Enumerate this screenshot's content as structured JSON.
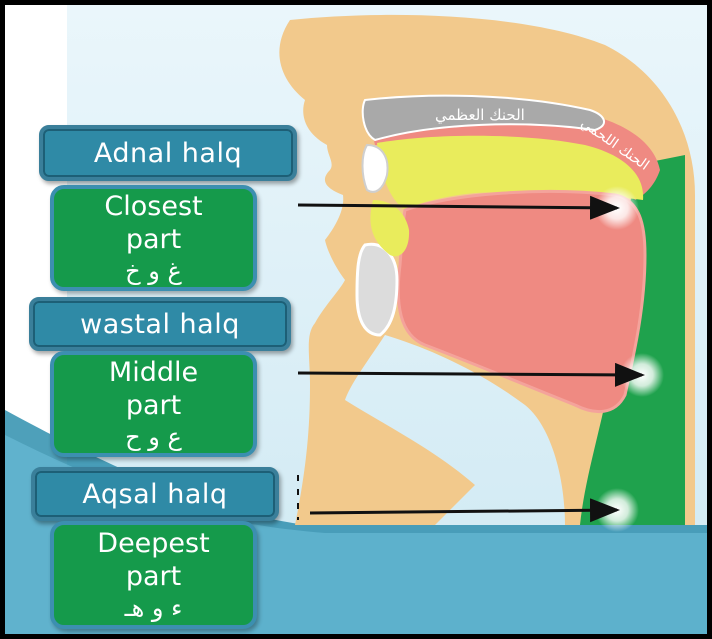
{
  "diagram_labels": {
    "hard_palate": "الحنك العظمي",
    "soft_palate": "الحنك اللحمي"
  },
  "sections": [
    {
      "title": "Adnal halq",
      "line1": "Closest",
      "line2": "part",
      "letters": "غ و خ"
    },
    {
      "title": "wastal halq",
      "line1": "Middle",
      "line2": "part",
      "letters": "ع و ح"
    },
    {
      "title": "Aqsal halq",
      "line1": "Deepest",
      "line2": "part",
      "letters": "ء و هـ"
    }
  ],
  "colors": {
    "blue_label": "#2f8aa6",
    "green_box": "#159a4b",
    "throat_green": "#1fa24d",
    "skin": "#f2c98c",
    "tongue": "#ef8a82",
    "hard_palate_yellow": "#e9ec5c"
  }
}
